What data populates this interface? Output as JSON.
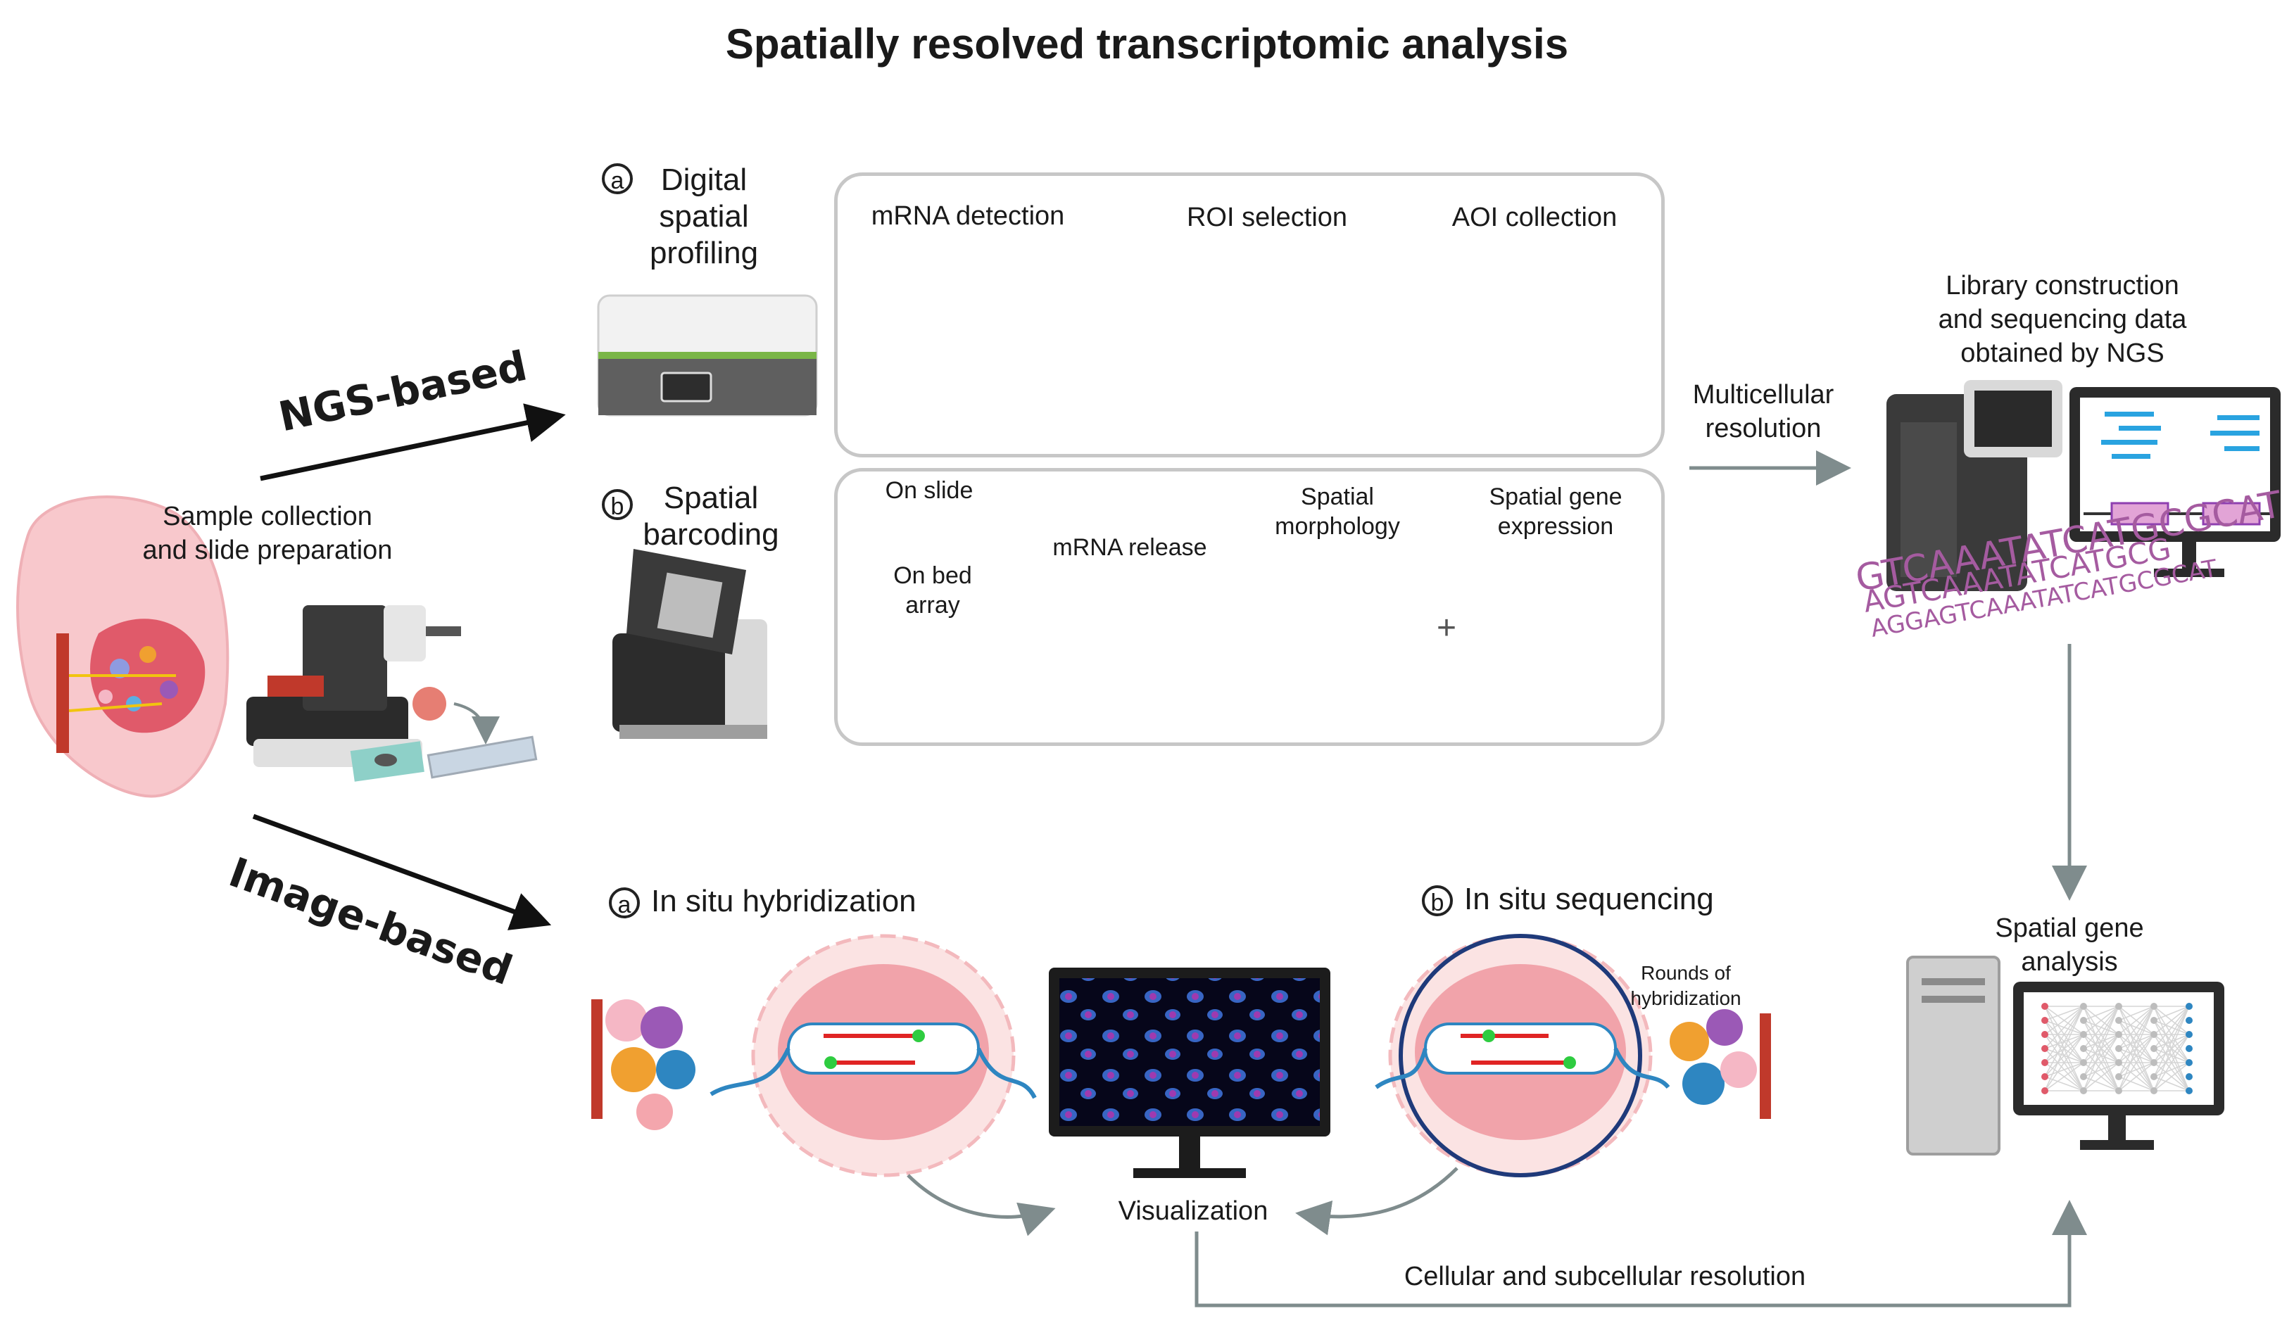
{
  "title": "Spatially resolved transcriptomic analysis",
  "left": {
    "sample_label": "Sample collection\nand slide preparation"
  },
  "arrows": {
    "ngs": "NGS-based",
    "image": "Image-based"
  },
  "ngs": {
    "a_letter": "a",
    "a_title": "Digital\nspatial\nprofiling",
    "b_letter": "b",
    "b_title": "Spatial\nbarcoding",
    "dsp_steps": [
      "mRNA detection",
      "ROI selection",
      "AOI collection"
    ],
    "probe_letters": [
      "A",
      "G",
      "T",
      "T",
      "C",
      "G",
      "A",
      "T"
    ],
    "sb": {
      "on_slide": "On slide",
      "on_bed": "On bed\narray",
      "release": "mRNA release",
      "morphology": "Spatial\nmorphology",
      "expression": "Spatial gene\nexpression",
      "plus": "+"
    },
    "multicellular": "Multicellular\nresolution"
  },
  "library": {
    "label": "Library construction\nand sequencing data\nobtained by NGS",
    "seq_lines": [
      "GTCAAATATCATGCGCAT",
      "AGTCAAATATCATGCG",
      "AGGAGTCAAATATCATGCGCAT"
    ]
  },
  "image": {
    "a_letter": "a",
    "a_title": "In situ hybridization",
    "b_letter": "b",
    "b_title": "In situ sequencing",
    "rounds": "Rounds of\nhybridization",
    "visualization": "Visualization",
    "cellular": "Cellular and subcellular resolution"
  },
  "analysis": {
    "label": "Spatial gene\nanalysis"
  },
  "colors": {
    "arrow_gray": "#7f8c8d",
    "tissue_pink": "#f4a6ad",
    "vessel_red": "#c0392b",
    "dna_blue": "#2e86c1",
    "seq_purple": "#a55ba0",
    "spot_green": "#2ecc40",
    "bar_blue": "#29a3e0"
  }
}
